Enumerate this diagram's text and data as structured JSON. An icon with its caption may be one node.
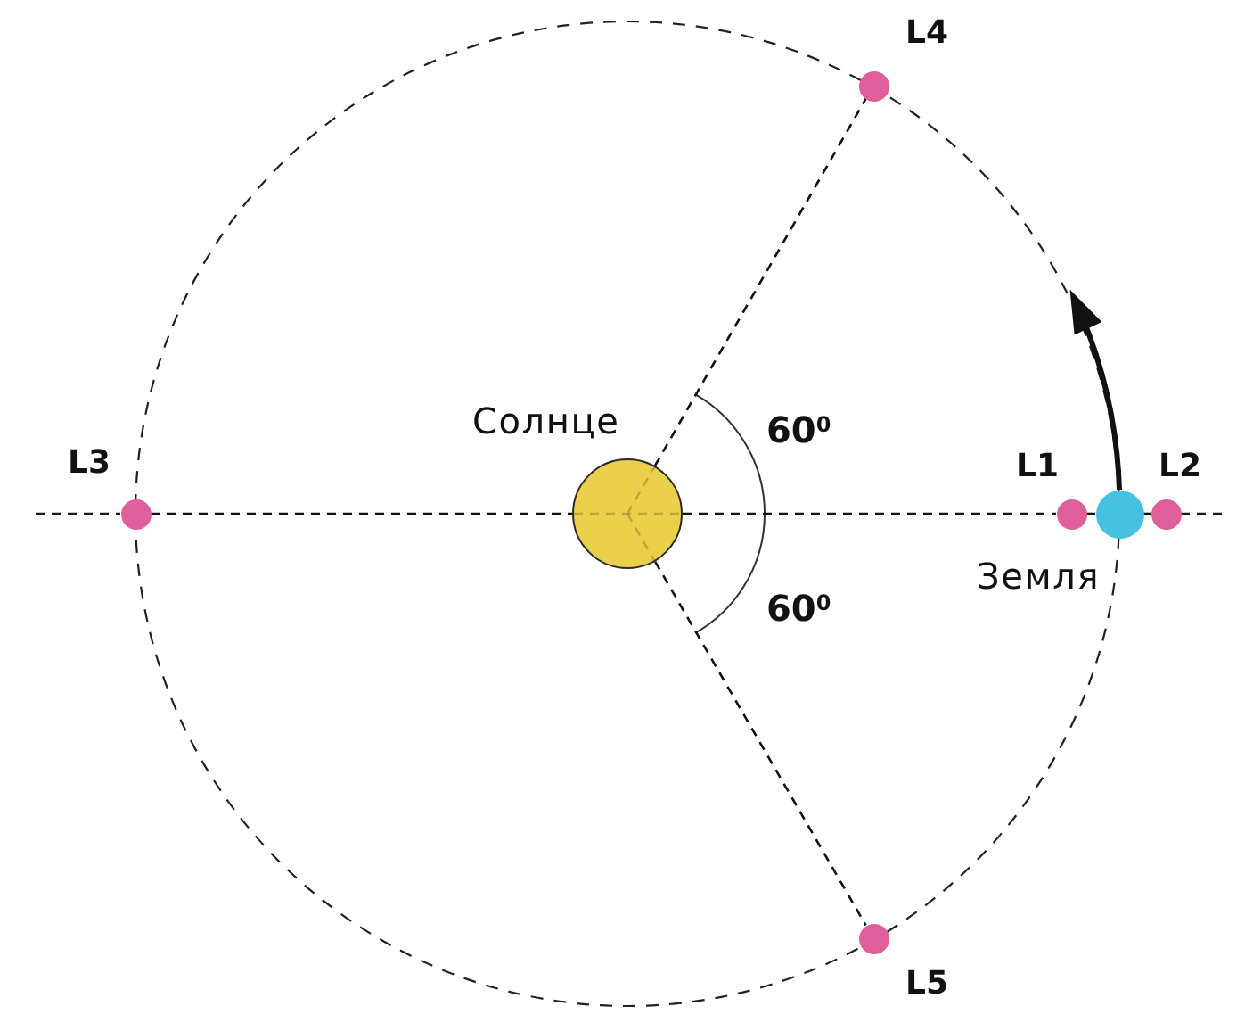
{
  "diagram": {
    "nodes": [
      {
        "text": [],
        "shape": "circle",
        "beside": [
          "L4"
        ]
      },
      {
        "text": [],
        "shape": "circle",
        "beside": [
          "L3"
        ]
      },
      {
        "text": [],
        "shape": "circle",
        "beside": [
          "Солнце"
        ]
      },
      {
        "text": [],
        "shape": "circle",
        "beside": [
          "L1"
        ]
      },
      {
        "text": [],
        "shape": "circle",
        "beside": [
          "Земля"
        ]
      },
      {
        "text": [],
        "shape": "circle",
        "beside": [
          "L2"
        ]
      },
      {
        "text": [],
        "shape": "circle",
        "beside": [
          "L5"
        ]
      }
    ],
    "edges": [
      {
        "from": 2,
        "to": 0,
        "arrow": "none",
        "style": "dashed"
      },
      {
        "from": 2,
        "to": 6,
        "arrow": "none",
        "style": "dashed"
      },
      {
        "from": 1,
        "to": 2,
        "arrow": "none",
        "style": "dashed"
      },
      {
        "from": 2,
        "to": 3,
        "arrow": "none",
        "style": "dashed"
      },
      {
        "from": 3,
        "to": 4,
        "arrow": "none",
        "style": "dashed"
      },
      {
        "from": 4,
        "to": 5,
        "arrow": "none",
        "style": "dashed"
      },
      {
        "from": 4,
        "to": null,
        "arrow": "to",
        "style": "thick"
      }
    ],
    "labels": [
      "60$^{0}$",
      "60$^{0}$"
    ]
  }
}
